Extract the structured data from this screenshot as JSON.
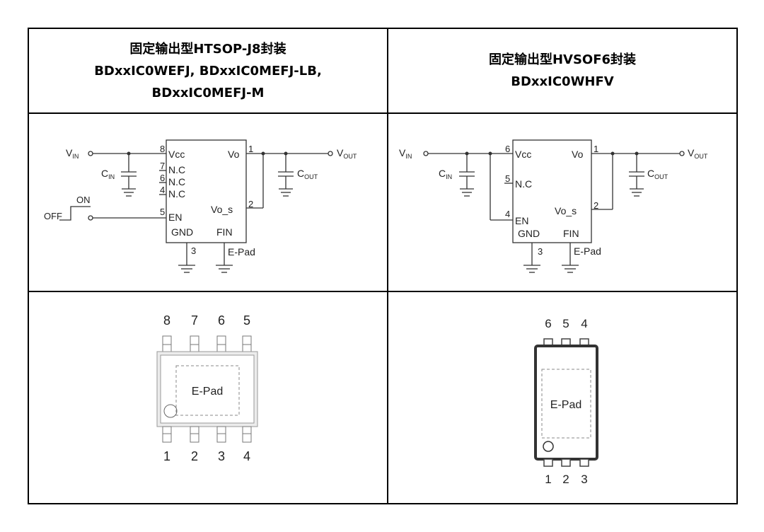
{
  "table": {
    "left_header": {
      "line1": "固定输出型HTSOP-J8封装",
      "line2": "BDxxIC0WEFJ, BDxxIC0MEFJ-LB,",
      "line3": "BDxxIC0MEFJ-M"
    },
    "right_header": {
      "line1": "固定输出型HVSOF6封装",
      "line2": "BDxxIC0WHFV"
    }
  },
  "schematic_left": {
    "vin": "V",
    "vin_sub": "IN",
    "vout": "V",
    "vout_sub": "OUT",
    "cin": "C",
    "cin_sub": "IN",
    "cout": "C",
    "cout_sub": "OUT",
    "on": "ON",
    "off": "OFF",
    "pins": {
      "vcc": "Vcc",
      "nc": "N.C",
      "en": "EN",
      "gnd": "GND",
      "fin": "FIN",
      "vo": "Vo",
      "vo_s": "Vo_s",
      "epad": "E-Pad"
    },
    "pin_numbers": [
      "8",
      "7",
      "6",
      "4",
      "5",
      "1",
      "2",
      "3"
    ]
  },
  "schematic_right": {
    "vin": "V",
    "vin_sub": "IN",
    "vout": "V",
    "vout_sub": "OUT",
    "cin": "C",
    "cin_sub": "IN",
    "cout": "C",
    "cout_sub": "OUT",
    "pins": {
      "vcc": "Vcc",
      "nc": "N.C",
      "en": "EN",
      "gnd": "GND",
      "fin": "FIN",
      "vo": "Vo",
      "vo_s": "Vo_s",
      "epad": "E-Pad"
    },
    "pin_numbers": [
      "6",
      "5",
      "4",
      "1",
      "2",
      "3"
    ]
  },
  "package_left": {
    "top_pins": [
      "8",
      "7",
      "6",
      "5"
    ],
    "bottom_pins": [
      "1",
      "2",
      "3",
      "4"
    ],
    "pad_label": "E-Pad"
  },
  "package_right": {
    "top_pins": [
      "6",
      "5",
      "4"
    ],
    "bottom_pins": [
      "1",
      "2",
      "3"
    ],
    "pad_label": "E-Pad"
  }
}
